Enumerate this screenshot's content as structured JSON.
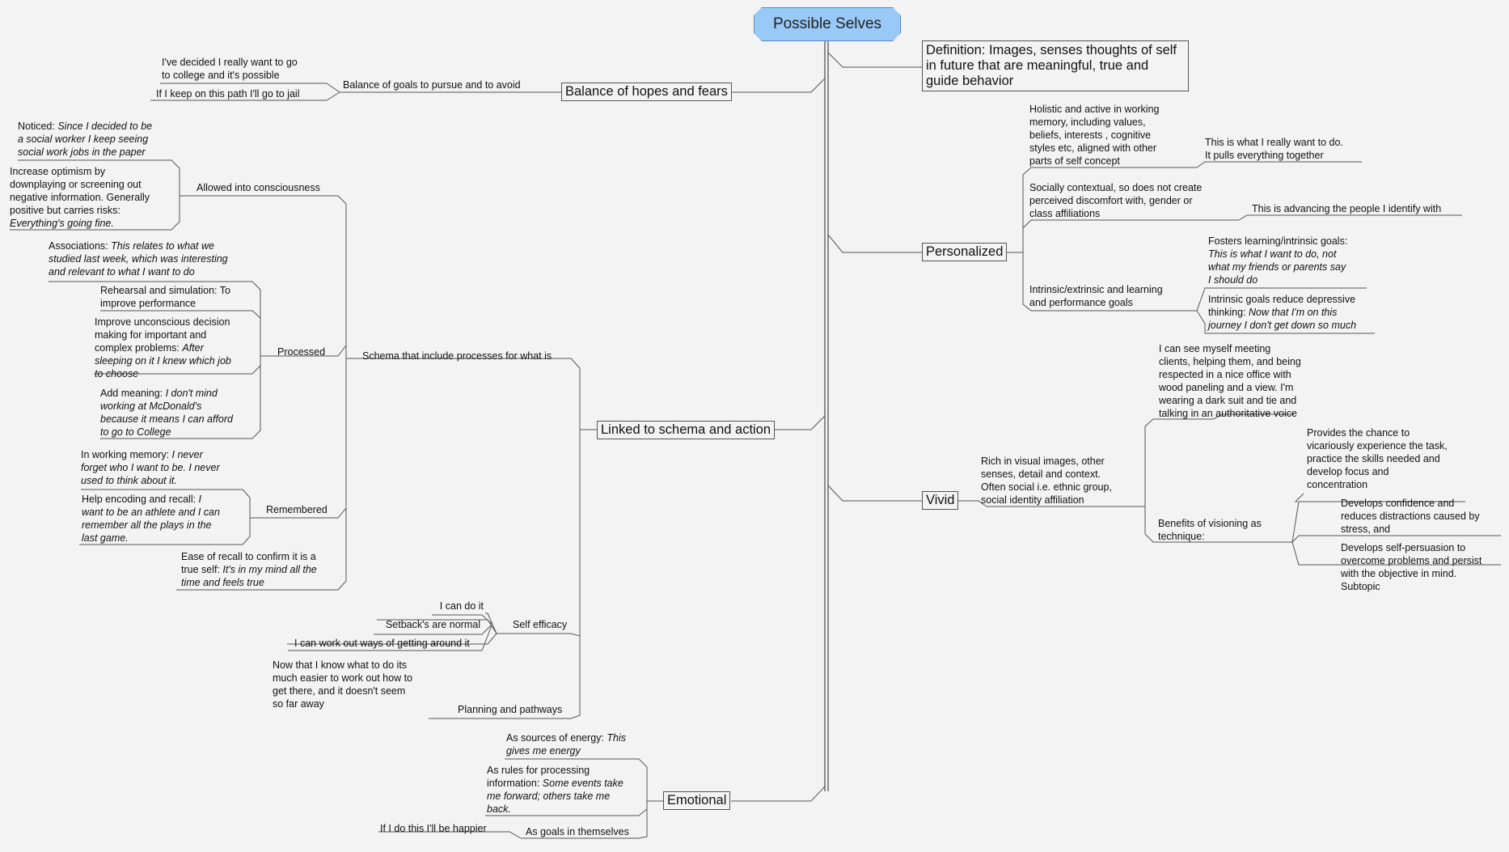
{
  "root": "Possible Selves",
  "definition": "Definition: Images, senses thoughts of self in future that are meaningful, true and guide behavior",
  "balance": {
    "title": "Balance of hopes and fears",
    "sub": "Balance of goals to pursue and to avoid",
    "ex1": "I've decided I really want to go\nto college and it's possible",
    "ex2": "If I keep on this path I'll go to jail"
  },
  "schema": {
    "title": "Linked to schema and action",
    "sub": "Schema that include processes for what is",
    "allowed": "Allowed into consciousness",
    "noticed_a": "Noticed: ",
    "noticed_b": "Since I decided to be\na social worker I keep seeing\nsocial work jobs in the paper",
    "optimism_a": "Increase optimism by\ndownplaying or screening out\nnegative information. Generally\npositive but carries risks:\n",
    "optimism_b": "Everything's going fine.",
    "processed": "Processed",
    "assoc_a": "Associations: ",
    "assoc_b": "This relates to what we\nstudied last week, which was interesting\nand relevant to what I want to do",
    "rehearsal": "Rehearsal and simulation: To\nimprove performance",
    "improve_a": "Improve unconscious decision\nmaking for important and\ncomplex problems: ",
    "improve_b": "After\nsleeping on it I knew which job\nto choose",
    "meaning_a": "Add meaning: ",
    "meaning_b": "I don't mind\nworking at McDonald's\nbecause it means I can afford\nto go to College",
    "remembered": "Remembered",
    "memory_a": "In working memory: ",
    "memory_b": "I never\nforget who I want to be. I never\nused to think about it.",
    "encoding_a": "Help encoding and recall: ",
    "encoding_b": "I\nwant to be an athlete and I can\nremember all the plays in the\nlast game.",
    "ease_a": "Ease of recall to confirm it is a\ntrue self: ",
    "ease_b": "It's in my mind all the\ntime and feels true",
    "efficacy": "Self efficacy",
    "eff1": "I can do it",
    "eff2": "Setback's are normal",
    "eff3": "I can work out ways of getting around it",
    "planning": "Planning and pathways",
    "planning_ex": "Now that I know what to do its\nmuch easier to work out how to\nget there, and it doesn't seem\nso far away"
  },
  "emotional": {
    "title": "Emotional",
    "energy_a": "As sources of energy: ",
    "energy_b": "This\ngives me energy",
    "rules_a": "As rules for processing\ninformation: ",
    "rules_b": "Some events take\nme forward; others take me\nback.",
    "goals": "As goals in themselves",
    "goals_ex": "If I do this I'll be happier"
  },
  "personalized": {
    "title": "Personalized",
    "holistic": "Holistic and active in working\nmemory, including values,\nbeliefs, interests , cognitive\nstyles etc, aligned with other\nparts of self concept",
    "holistic_ex": "This is what I really want to do.\nIt pulls everything together",
    "social": "Socially contextual, so does not create\nperceived discomfort with, gender or\nclass affiliations",
    "social_ex": "This is advancing the people I identify with",
    "intrinsic": "Intrinsic/extrinsic and learning\nand performance goals",
    "fosters_a": "Fosters learning/intrinsic goals:\n",
    "fosters_b": "This is what I want to do, not\nwhat my friends or parents say\nI should do",
    "reduce_a": "Intrinsic goals reduce depressive\nthinking: ",
    "reduce_b": "Now that I'm on this\njourney I don't get down so much"
  },
  "vivid": {
    "title": "Vivid",
    "rich": "Rich in visual images, other\nsenses, detail and context.\nOften social i.e. ethnic group,\nsocial identity affiliation",
    "seeing": "I can see myself meeting\nclients, helping them, and being\nrespected in a nice office with\nwood paneling and a view. I'm\nwearing a dark suit and tie and\ntalking in an authoritative voice",
    "benefits": "Benefits of visioning as\ntechnique:",
    "chance": "Provides the chance to\nvicariously experience the task,\npractice the skills needed and\ndevelop focus and\nconcentration",
    "confidence": "Develops confidence and\nreduces distractions caused by\nstress, and",
    "persuasion": "Develops self-persuasion to\novercome problems and persist\nwith the objective in mind.\nSubtopic"
  }
}
